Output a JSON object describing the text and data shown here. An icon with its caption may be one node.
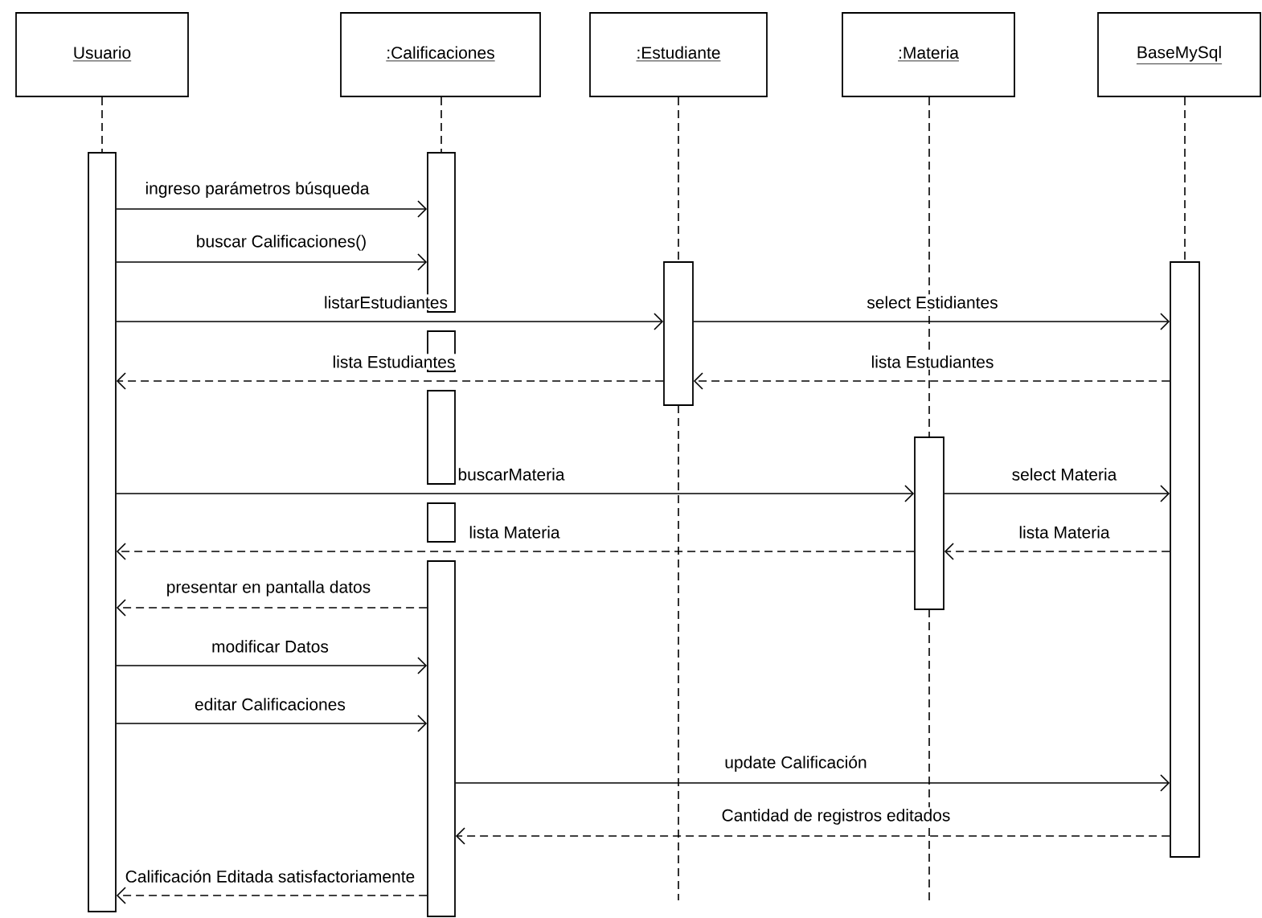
{
  "diagram": {
    "nodes": [
      {
        "text": [
          "Usuario"
        ]
      },
      {
        "text": [
          ":Calificaciones"
        ]
      },
      {
        "text": [
          ":Estudiante"
        ]
      },
      {
        "text": [
          ":Materia"
        ]
      },
      {
        "text": [
          "BaseMySql"
        ]
      },
      {
        "text": [],
        "shape": "bar"
      },
      {
        "text": [],
        "shape": "bar"
      },
      {
        "text": [],
        "shape": "bar"
      },
      {
        "text": [],
        "shape": "bar"
      },
      {
        "text": [],
        "shape": "bar"
      },
      {
        "text": [],
        "shape": "bar"
      },
      {
        "text": [],
        "shape": "bar"
      },
      {
        "text": [],
        "shape": "bar"
      },
      {
        "text": [],
        "shape": "bar"
      }
    ],
    "edges": [
      {
        "from": 0,
        "to": 5,
        "arrow": "none",
        "style": "dashed"
      },
      {
        "from": 1,
        "to": 6,
        "arrow": "none",
        "style": "dashed"
      },
      {
        "from": 2,
        "to": 11,
        "arrow": "none",
        "style": "dashed"
      },
      {
        "from": 3,
        "to": 12,
        "arrow": "none",
        "style": "dashed"
      },
      {
        "from": 4,
        "to": 13,
        "arrow": "none",
        "style": "dashed"
      },
      {
        "from": 5,
        "to": 6,
        "arrow": "to",
        "label": "ingreso parámetros búsqueda"
      },
      {
        "from": 5,
        "to": 6,
        "arrow": "to",
        "label": "buscar Calificaciones()"
      },
      {
        "from": 5,
        "to": 11,
        "arrow": "to",
        "label": "listarEstudiantes"
      },
      {
        "from": 11,
        "to": 13,
        "arrow": "to",
        "label": "select Estidiantes"
      },
      {
        "from": 13,
        "to": 11,
        "arrow": "to",
        "label": "lista Estudiantes",
        "style": "dashed"
      },
      {
        "from": 11,
        "to": 5,
        "arrow": "to",
        "label": "lista Estudiantes",
        "style": "dashed"
      },
      {
        "from": 5,
        "to": 12,
        "arrow": "to",
        "label": "buscarMateria"
      },
      {
        "from": 12,
        "to": 13,
        "arrow": "to",
        "label": "select Materia"
      },
      {
        "from": 13,
        "to": 12,
        "arrow": "to",
        "label": "lista Materia",
        "style": "dashed"
      },
      {
        "from": 12,
        "to": 5,
        "arrow": "to",
        "label": "lista Materia",
        "style": "dashed"
      },
      {
        "from": 10,
        "to": 5,
        "arrow": "to",
        "label": "presentar en pantalla datos",
        "style": "dashed"
      },
      {
        "from": 5,
        "to": 10,
        "arrow": "to",
        "label": "modificar Datos"
      },
      {
        "from": 5,
        "to": 10,
        "arrow": "to",
        "label": "editar Calificaciones"
      },
      {
        "from": 10,
        "to": 13,
        "arrow": "to",
        "label": "update Calificación"
      },
      {
        "from": 13,
        "to": 10,
        "arrow": "to",
        "label": "Cantidad de registros editados",
        "style": "dashed"
      },
      {
        "from": 10,
        "to": 5,
        "arrow": "to",
        "label": "Calificación Editada satisfactoriamente",
        "style": "dashed"
      }
    ]
  }
}
